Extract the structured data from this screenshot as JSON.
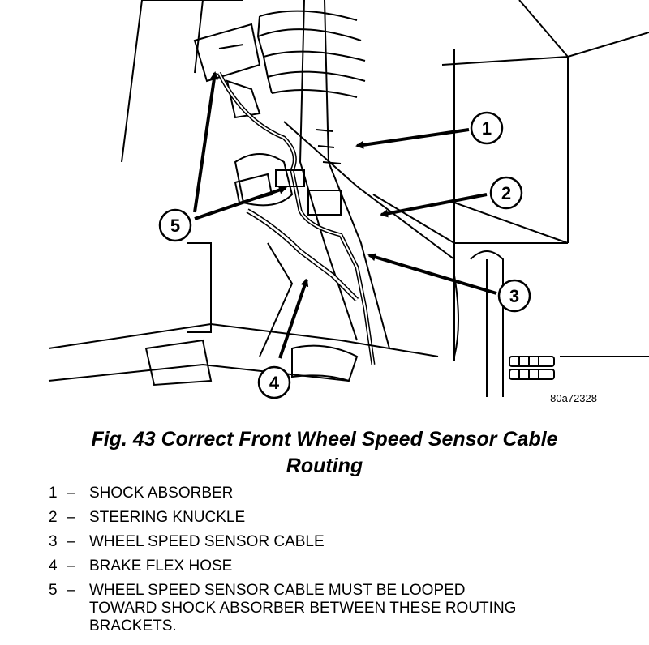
{
  "figure": {
    "code": "80a72328",
    "caption_line1": "Fig. 43 Correct Front Wheel Speed Sensor Cable",
    "caption_line2": "Routing"
  },
  "callouts": [
    "1",
    "2",
    "3",
    "4",
    "5"
  ],
  "legend": [
    {
      "num": "1",
      "dash": "–",
      "text": "SHOCK ABSORBER"
    },
    {
      "num": "2",
      "dash": "–",
      "text": "STEERING KNUCKLE"
    },
    {
      "num": "3",
      "dash": "–",
      "text": "WHEEL SPEED SENSOR CABLE"
    },
    {
      "num": "4",
      "dash": "–",
      "text": "BRAKE FLEX HOSE"
    },
    {
      "num": "5",
      "dash": "–",
      "text_lines": [
        "WHEEL SPEED SENSOR CABLE MUST BE LOOPED",
        "TOWARD SHOCK ABSORBER BETWEEN THESE ROUTING",
        "BRACKETS."
      ]
    }
  ]
}
